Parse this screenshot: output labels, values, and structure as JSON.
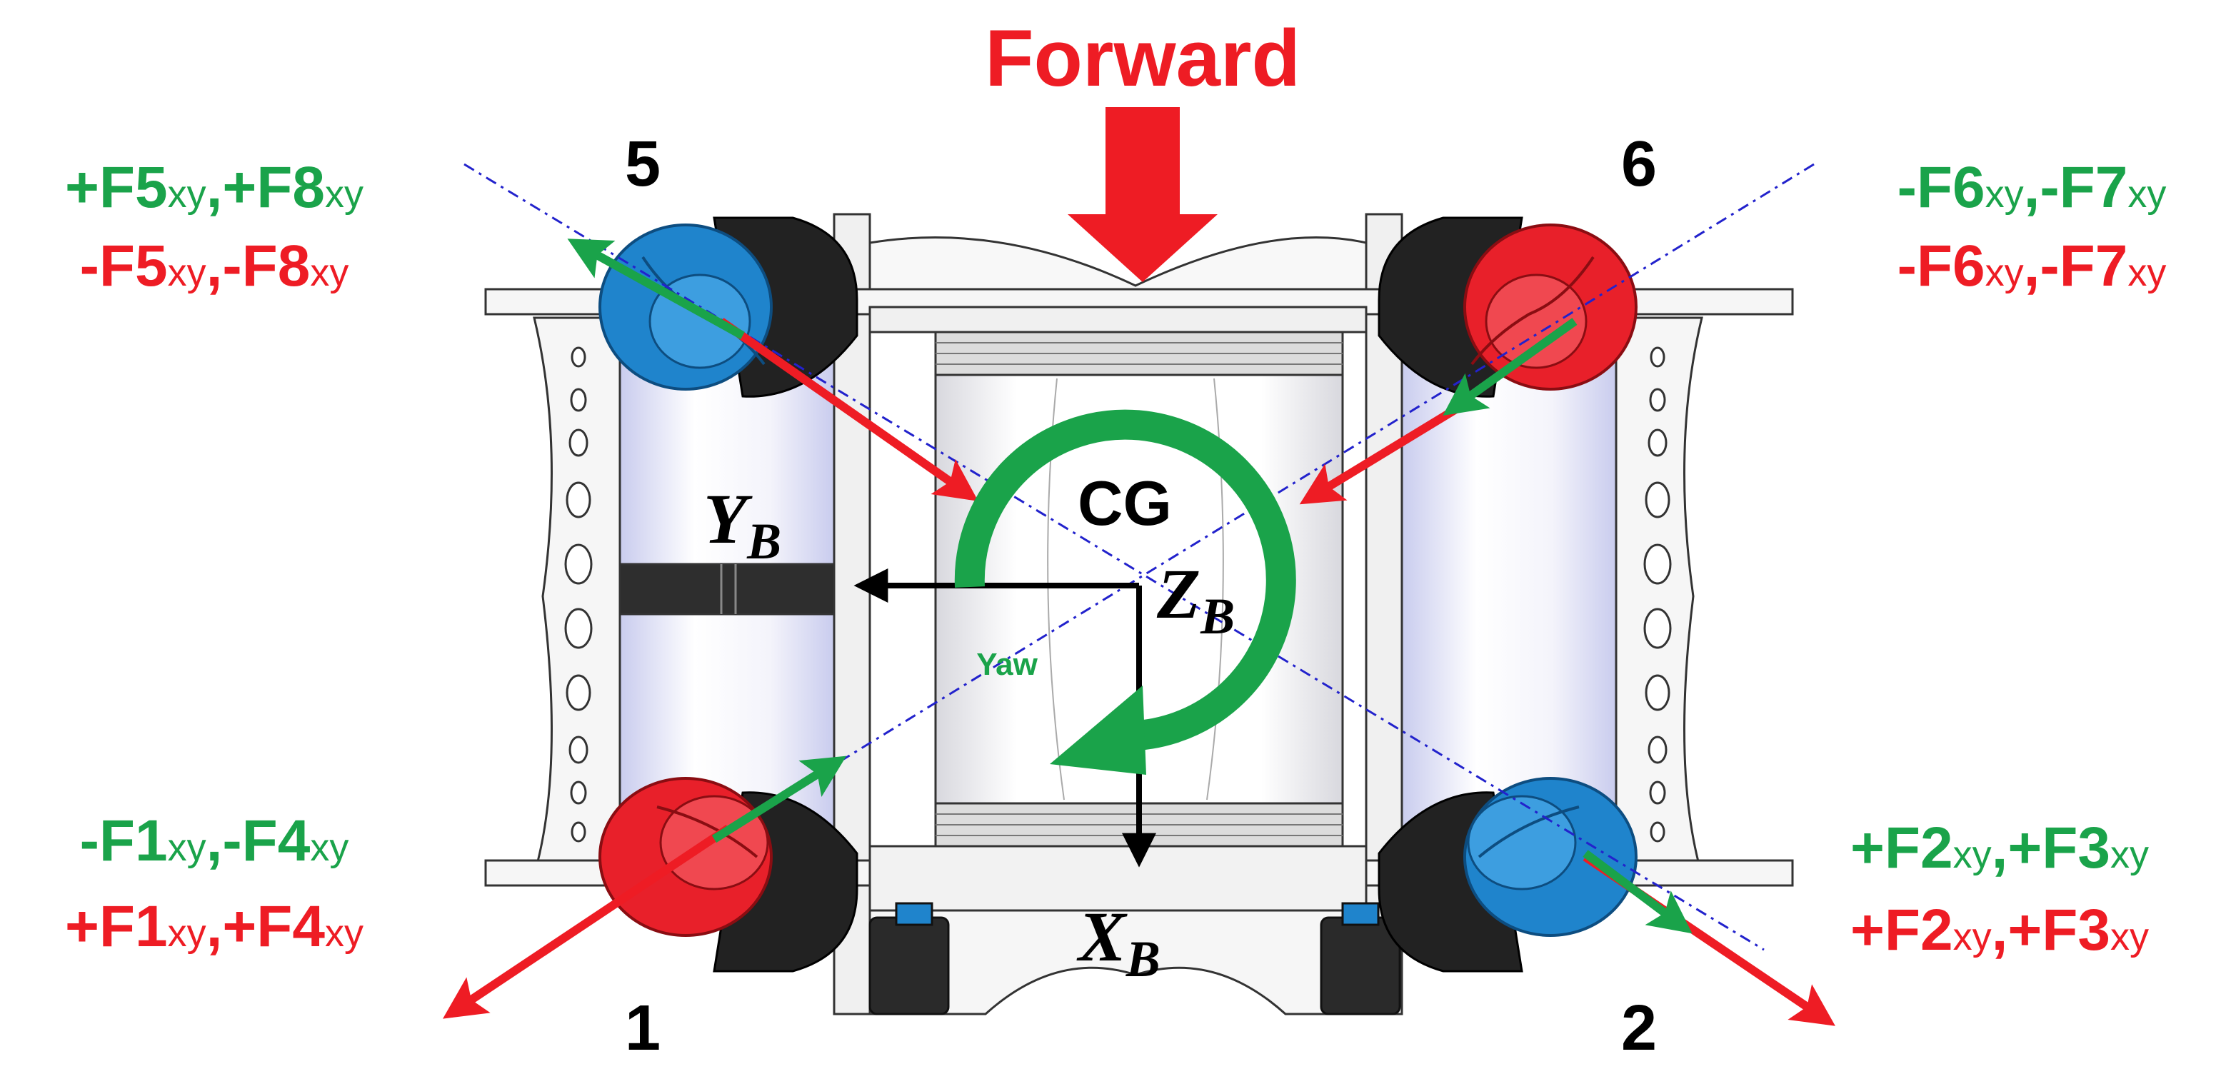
{
  "colors": {
    "green": "#1aa34a",
    "red": "#ee1c24",
    "black": "#000000",
    "blue_dash": "#2222cc",
    "thruster_blue": "#1f84cc",
    "thruster_red": "#e8202a",
    "frame": "#f2f2f2",
    "frame_line": "#333333"
  },
  "forward_label": "Forward",
  "cg_label": "CG",
  "yaw_label": "Yaw",
  "axes": {
    "y_main": "Y",
    "y_sub": "B",
    "z_main": "Z",
    "z_sub": "B",
    "x_main": "X",
    "x_sub": "B"
  },
  "thruster_numbers": {
    "t5": "5",
    "t6": "6",
    "t1": "1",
    "t2": "2"
  },
  "force_labels": {
    "t5": {
      "green": [
        {
          "t": "+F5",
          "s": "xy"
        },
        {
          "t": ",+F8",
          "s": "xy"
        }
      ],
      "red": [
        {
          "t": "-F5",
          "s": "xy"
        },
        {
          "t": ",-F8",
          "s": "xy"
        }
      ]
    },
    "t6": {
      "green": [
        {
          "t": "-F6",
          "s": "xy"
        },
        {
          "t": ",-F7",
          "s": "xy"
        }
      ],
      "red": [
        {
          "t": "-F6",
          "s": "xy"
        },
        {
          "t": ",-F7",
          "s": "xy"
        }
      ]
    },
    "t1": {
      "green": [
        {
          "t": "-F1",
          "s": "xy"
        },
        {
          "t": ",-F4",
          "s": "xy"
        }
      ],
      "red": [
        {
          "t": "+F1",
          "s": "xy"
        },
        {
          "t": ",+F4",
          "s": "xy"
        }
      ]
    },
    "t2": {
      "green": [
        {
          "t": "+F2",
          "s": "xy"
        },
        {
          "t": ",+F3",
          "s": "xy"
        }
      ],
      "red": [
        {
          "t": "+F2",
          "s": "xy"
        },
        {
          "t": ",+F3",
          "s": "xy"
        }
      ]
    }
  },
  "icons": {
    "forward_arrow": "down-block-arrow",
    "yaw": "circular-arrow",
    "thrusters": [
      "thruster-5",
      "thruster-6",
      "thruster-1",
      "thruster-2"
    ]
  }
}
